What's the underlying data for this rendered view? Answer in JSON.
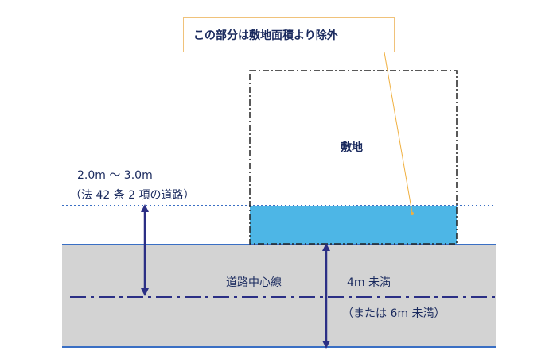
{
  "callout": {
    "text": "この部分は敷地面積より除外"
  },
  "site": {
    "label": "敷地"
  },
  "existing_road": {
    "width_line1": "2.0m 〜 3.0m",
    "width_line2": "（法 42 条 2 項の道路）"
  },
  "road": {
    "center_label": "道路中心線",
    "setback_line1": "4m 未満",
    "setback_line2": "（または 6m 未満）"
  },
  "colors": {
    "road_fill": "#d3d3d3",
    "excluded_area": "#4db6e6",
    "arrow": "#2b2f85",
    "line": "#3a6fc4",
    "callout_border": "#f0c27a",
    "leader": "#f0b040"
  }
}
